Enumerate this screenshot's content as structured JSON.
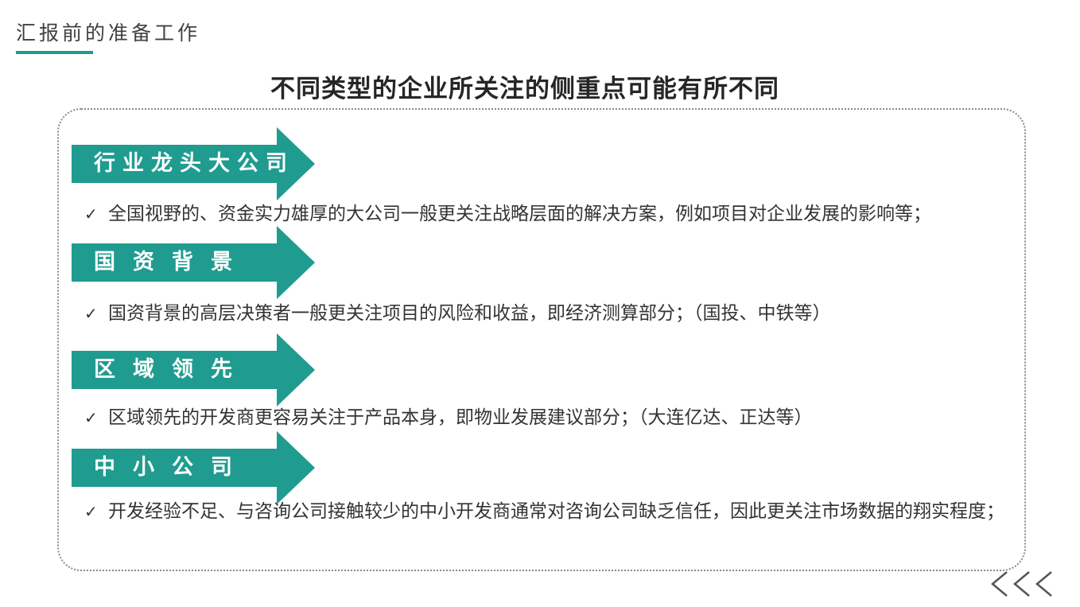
{
  "section_header": "汇报前的准备工作",
  "main_title": "不同类型的企业所关注的侧重点可能有所不同",
  "accent_color": "#1f9c8f",
  "categories": [
    {
      "label": "行业龙头大公司",
      "text": "全国视野的、资金实力雄厚的大公司一般更关注战略层面的解决方案，例如项目对企业发展的影响等；"
    },
    {
      "label": "国资背景",
      "text": "国资背景的高层决策者一般更关注项目的风险和收益，即经济测算部分；（国投、中铁等）"
    },
    {
      "label": "区域领先",
      "text": "区域领先的开发商更容易关注于产品本身，即物业发展建议部分；（大连亿达、正达等）"
    },
    {
      "label": "中小公司",
      "text": "开发经验不足、与咨询公司接触较少的中小开发商通常对咨询公司缺乏信任，因此更关注市场数据的翔实程度；"
    }
  ],
  "check_symbol": "✓",
  "nav_icon": "triple-chevron-left-icon"
}
